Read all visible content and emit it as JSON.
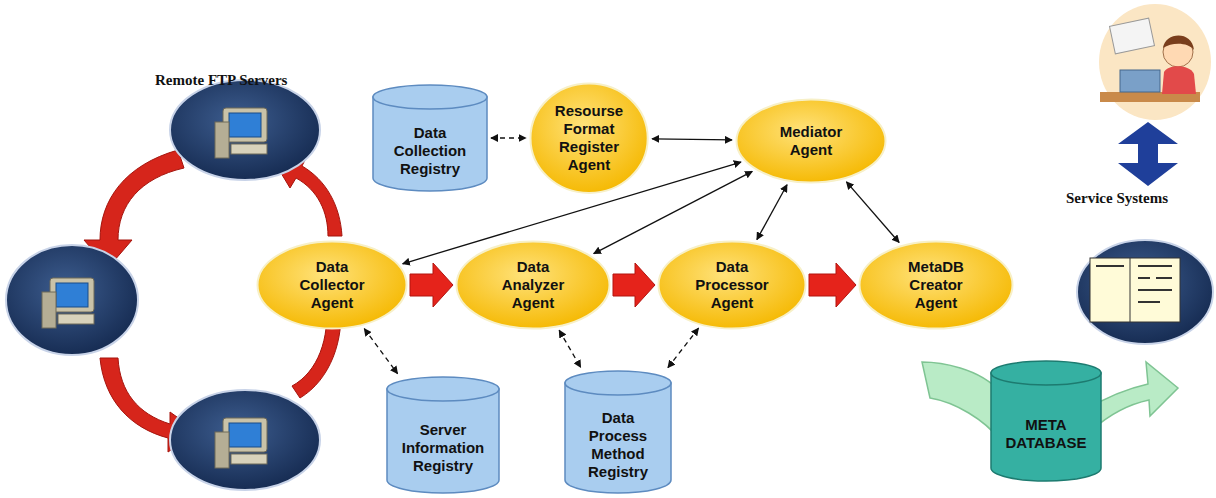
{
  "diagram": {
    "nodes": [
      {
        "text": [
          "Data Collection Registry"
        ]
      },
      {
        "text": [
          "Resourse Format Register Agent"
        ]
      },
      {
        "text": [
          "Mediator Agent"
        ]
      },
      {
        "text": [
          "Data Collector Agent"
        ]
      },
      {
        "text": [
          "Data Analyzer Agent"
        ]
      },
      {
        "text": [
          "Data Processor Agent"
        ]
      },
      {
        "text": [
          "MetaDB Creator Agent"
        ]
      },
      {
        "text": [
          "Server Information Registry"
        ]
      },
      {
        "text": [
          "Data Process Method Registry"
        ]
      },
      {
        "text": [
          "META DATABASE"
        ]
      }
    ],
    "edges": [
      {
        "from": 0,
        "to": 1,
        "arrow": "both"
      },
      {
        "from": 1,
        "to": 2,
        "arrow": "both"
      },
      {
        "from": 2,
        "to": 3,
        "arrow": "both"
      },
      {
        "from": 2,
        "to": 4,
        "arrow": "both"
      },
      {
        "from": 2,
        "to": 5,
        "arrow": "both"
      },
      {
        "from": 2,
        "to": 6,
        "arrow": "both"
      },
      {
        "from": 3,
        "to": 4,
        "arrow": "to"
      },
      {
        "from": 4,
        "to": 5,
        "arrow": "to"
      },
      {
        "from": 5,
        "to": 6,
        "arrow": "to"
      },
      {
        "from": 3,
        "to": 7,
        "arrow": "both"
      },
      {
        "from": 4,
        "to": 8,
        "arrow": "both"
      },
      {
        "from": 5,
        "to": 8,
        "arrow": "both"
      }
    ],
    "labels": [
      "Remote FTP Servers",
      "Service Systems"
    ]
  }
}
